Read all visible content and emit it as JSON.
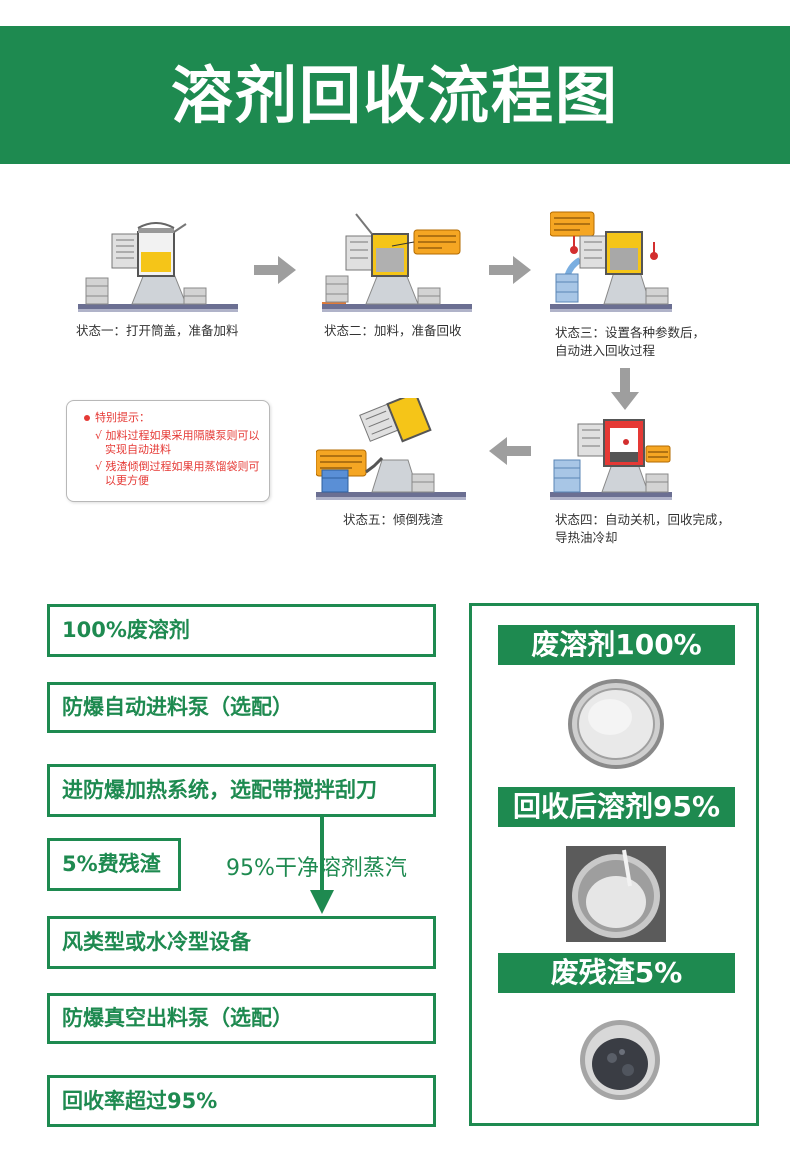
{
  "header": {
    "title": "溶剂回收流程图"
  },
  "stages": [
    {
      "caption_lines": [
        "状态一：打开筒盖，准备加料"
      ]
    },
    {
      "caption_lines": [
        "状态二：加料，准备回收"
      ]
    },
    {
      "caption_lines": [
        "状态三：设置各种参数后，",
        "自动进入回收过程"
      ]
    },
    {
      "caption_lines": [
        "状态四：自动关机，回收完成，",
        "导热油冷却"
      ]
    },
    {
      "caption_lines": [
        "状态五：倾倒残渣"
      ]
    }
  ],
  "note": {
    "title": "特别提示：",
    "lines": [
      "√ 加料过程如果采用隔膜泵则可以",
      "实现自动进料",
      "√ 残渣倾倒过程如果用蒸馏袋则可",
      "以更方便"
    ]
  },
  "flow": {
    "items": [
      "100%废溶剂",
      "防爆自动进料泵（选配）",
      "进防爆加热系统，选配带搅拌刮刀",
      "5%费残渣",
      "风类型或水冷型设备",
      "防爆真空出料泵（选配）",
      "回收率超过95%"
    ],
    "branch_label": "95%干净溶剂蒸汽"
  },
  "results": {
    "banners": [
      "废溶剂100%",
      "回收后溶剂95%",
      "废残渣5%"
    ]
  },
  "colors": {
    "brand_green": "#1e8a50",
    "alert_red": "#e53935",
    "arrow_gray": "#9e9e9e"
  }
}
